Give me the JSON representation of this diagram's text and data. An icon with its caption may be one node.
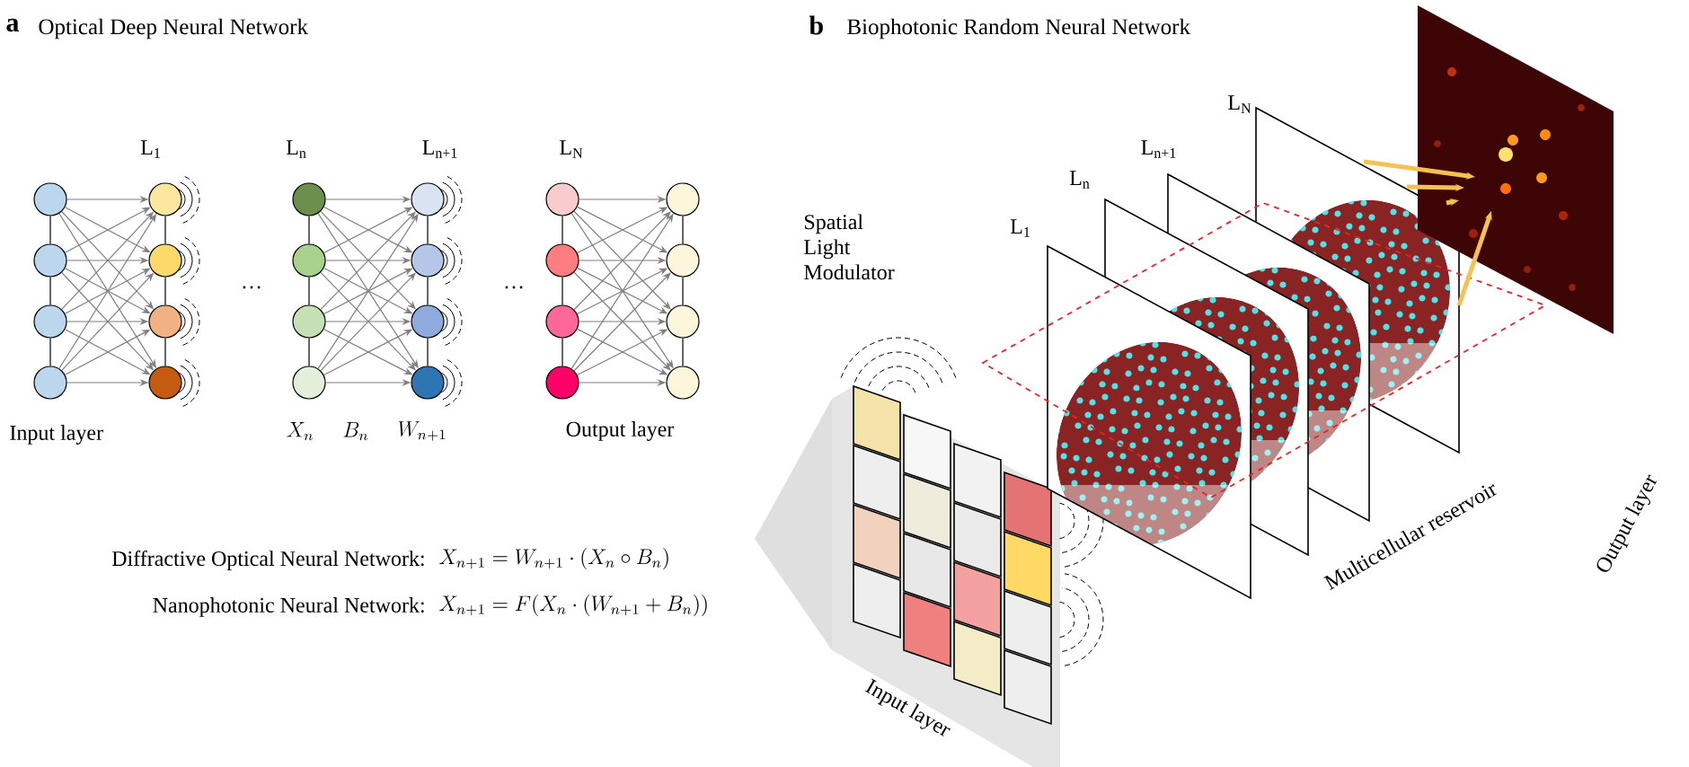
{
  "diagram": {
    "nodes": [
      {
        "text": [],
        "shape": "circle"
      },
      {
        "text": [],
        "shape": "circle"
      },
      {
        "text": [],
        "shape": "circle"
      },
      {
        "text": [],
        "shape": "circle"
      },
      {
        "text": [],
        "shape": "circle"
      },
      {
        "text": [],
        "shape": "circle"
      },
      {
        "text": [],
        "shape": "circle"
      },
      {
        "text": [],
        "shape": "circle"
      },
      {
        "text": [],
        "shape": "circle"
      },
      {
        "text": [],
        "shape": "circle"
      },
      {
        "text": [],
        "shape": "circle"
      },
      {
        "text": [],
        "shape": "circle"
      },
      {
        "text": [],
        "shape": "circle"
      },
      {
        "text": [],
        "shape": "circle"
      },
      {
        "text": [],
        "shape": "circle"
      },
      {
        "text": [],
        "shape": "circle"
      },
      {
        "text": [],
        "shape": "circle"
      },
      {
        "text": [],
        "shape": "circle"
      },
      {
        "text": [],
        "shape": "circle"
      },
      {
        "text": [],
        "shape": "circle"
      },
      {
        "text": [],
        "shape": "circle"
      },
      {
        "text": [],
        "shape": "circle"
      },
      {
        "text": [],
        "shape": "circle"
      },
      {
        "text": [],
        "shape": "circle"
      },
      {
        "text": [
          "Spatial Light Modulator",
          "Input layer"
        ]
      },
      {
        "text": [
          "L$_{1}$"
        ]
      },
      {
        "text": [
          "L$_{n}$"
        ]
      },
      {
        "text": [
          "L$_{n+1}$"
        ]
      },
      {
        "text": [
          "L$_{N}$"
        ]
      },
      {
        "text": [],
        "shape": "picture"
      }
    ],
    "edges": [
      {
        "from": 0,
        "to": 4,
        "arrow": "to"
      },
      {
        "from": 0,
        "to": 5,
        "arrow": "to"
      },
      {
        "from": 0,
        "to": 6,
        "arrow": "to"
      },
      {
        "from": 0,
        "to": 7,
        "arrow": "to"
      },
      {
        "from": 1,
        "to": 4,
        "arrow": "to"
      },
      {
        "from": 1,
        "to": 5,
        "arrow": "to"
      },
      {
        "from": 1,
        "to": 6,
        "arrow": "to"
      },
      {
        "from": 1,
        "to": 7,
        "arrow": "to"
      },
      {
        "from": 2,
        "to": 4,
        "arrow": "to"
      },
      {
        "from": 2,
        "to": 5,
        "arrow": "to"
      },
      {
        "from": 2,
        "to": 6,
        "arrow": "to"
      },
      {
        "from": 2,
        "to": 7,
        "arrow": "to"
      },
      {
        "from": 3,
        "to": 4,
        "arrow": "to"
      },
      {
        "from": 3,
        "to": 5,
        "arrow": "to"
      },
      {
        "from": 3,
        "to": 6,
        "arrow": "to"
      },
      {
        "from": 3,
        "to": 7,
        "arrow": "to"
      },
      {
        "from": 8,
        "to": 12,
        "arrow": "to"
      },
      {
        "from": 8,
        "to": 13,
        "arrow": "to"
      },
      {
        "from": 8,
        "to": 14,
        "arrow": "to"
      },
      {
        "from": 8,
        "to": 15,
        "arrow": "to"
      },
      {
        "from": 9,
        "to": 12,
        "arrow": "to"
      },
      {
        "from": 9,
        "to": 13,
        "arrow": "to"
      },
      {
        "from": 9,
        "to": 14,
        "arrow": "to"
      },
      {
        "from": 9,
        "to": 15,
        "arrow": "to"
      },
      {
        "from": 10,
        "to": 12,
        "arrow": "to"
      },
      {
        "from": 10,
        "to": 13,
        "arrow": "to"
      },
      {
        "from": 10,
        "to": 14,
        "arrow": "to"
      },
      {
        "from": 10,
        "to": 15,
        "arrow": "to"
      },
      {
        "from": 11,
        "to": 12,
        "arrow": "to"
      },
      {
        "from": 11,
        "to": 13,
        "arrow": "to"
      },
      {
        "from": 11,
        "to": 14,
        "arrow": "to"
      },
      {
        "from": 11,
        "to": 15,
        "arrow": "to"
      },
      {
        "from": 16,
        "to": 20,
        "arrow": "to"
      },
      {
        "from": 16,
        "to": 21,
        "arrow": "to"
      },
      {
        "from": 16,
        "to": 22,
        "arrow": "to"
      },
      {
        "from": 16,
        "to": 23,
        "arrow": "to"
      },
      {
        "from": 17,
        "to": 20,
        "arrow": "to"
      },
      {
        "from": 17,
        "to": 21,
        "arrow": "to"
      },
      {
        "from": 17,
        "to": 22,
        "arrow": "to"
      },
      {
        "from": 17,
        "to": 23,
        "arrow": "to"
      },
      {
        "from": 18,
        "to": 20,
        "arrow": "to"
      },
      {
        "from": 18,
        "to": 21,
        "arrow": "to"
      },
      {
        "from": 18,
        "to": 22,
        "arrow": "to"
      },
      {
        "from": 18,
        "to": 23,
        "arrow": "to"
      },
      {
        "from": 19,
        "to": 20,
        "arrow": "to"
      },
      {
        "from": 19,
        "to": 21,
        "arrow": "to"
      },
      {
        "from": 19,
        "to": 22,
        "arrow": "to"
      },
      {
        "from": 19,
        "to": 23,
        "arrow": "to"
      },
      {
        "from": 0,
        "to": 1,
        "arrow": "none",
        "color": "#000000"
      },
      {
        "from": 1,
        "to": 2,
        "arrow": "none",
        "color": "#000000"
      },
      {
        "from": 2,
        "to": 3,
        "arrow": "none",
        "color": "#000000"
      },
      {
        "from": 4,
        "to": 5,
        "arrow": "none",
        "color": "#000000"
      },
      {
        "from": 5,
        "to": 6,
        "arrow": "none",
        "color": "#000000"
      },
      {
        "from": 6,
        "to": 7,
        "arrow": "none",
        "color": "#000000"
      },
      {
        "from": 8,
        "to": 9,
        "arrow": "none",
        "color": "#000000"
      },
      {
        "from": 9,
        "to": 10,
        "arrow": "none",
        "color": "#000000"
      },
      {
        "from": 10,
        "to": 11,
        "arrow": "none",
        "color": "#000000"
      },
      {
        "from": 12,
        "to": 13,
        "arrow": "none",
        "color": "#000000"
      },
      {
        "from": 13,
        "to": 14,
        "arrow": "none",
        "color": "#000000"
      },
      {
        "from": 14,
        "to": 15,
        "arrow": "none",
        "color": "#000000"
      },
      {
        "from": 16,
        "to": 17,
        "arrow": "none",
        "color": "#000000"
      },
      {
        "from": 17,
        "to": 18,
        "arrow": "none",
        "color": "#000000"
      },
      {
        "from": 18,
        "to": 19,
        "arrow": "none",
        "color": "#000000"
      },
      {
        "from": 20,
        "to": 21,
        "arrow": "none",
        "color": "#000000"
      },
      {
        "from": 21,
        "to": 22,
        "arrow": "none",
        "color": "#000000"
      },
      {
        "from": 22,
        "to": 23,
        "arrow": "none",
        "color": "#000000"
      },
      {
        "from": 28,
        "to": 29,
        "arrow": "to",
        "style": "thick",
        "color": "#f4c152"
      },
      {
        "from": 28,
        "to": 29,
        "arrow": "to",
        "style": "thick",
        "color": "#f4c152"
      },
      {
        "from": 28,
        "to": 29,
        "arrow": "to",
        "style": "thick",
        "color": "#f4c152"
      },
      {
        "from": 28,
        "to": 29,
        "arrow": "to",
        "style": "thick",
        "color": "#f4c152"
      }
    ],
    "labels": [
      "a",
      "Optical Deep Neural Network",
      "L$_{1}$",
      "L$_{n}$",
      "L$_{n+1}$",
      "L$_{N}$",
      "…",
      "…",
      "Input layer",
      "X_n",
      "B_n",
      "W_{n+1}",
      "Output layer",
      "Diffractive Optical Neural Network:",
      "X_{n+1} = W_{n+1} \\cdot (X_n \\circ B_n)",
      "Nanophotonic Neural Network:",
      "X_{n+1} = F(X_n \\cdot (W_{n+1} + B_n))",
      "b",
      "Biophotonic Random Neural Network",
      "Multicellular reservoir",
      "Output layer"
    ]
  }
}
